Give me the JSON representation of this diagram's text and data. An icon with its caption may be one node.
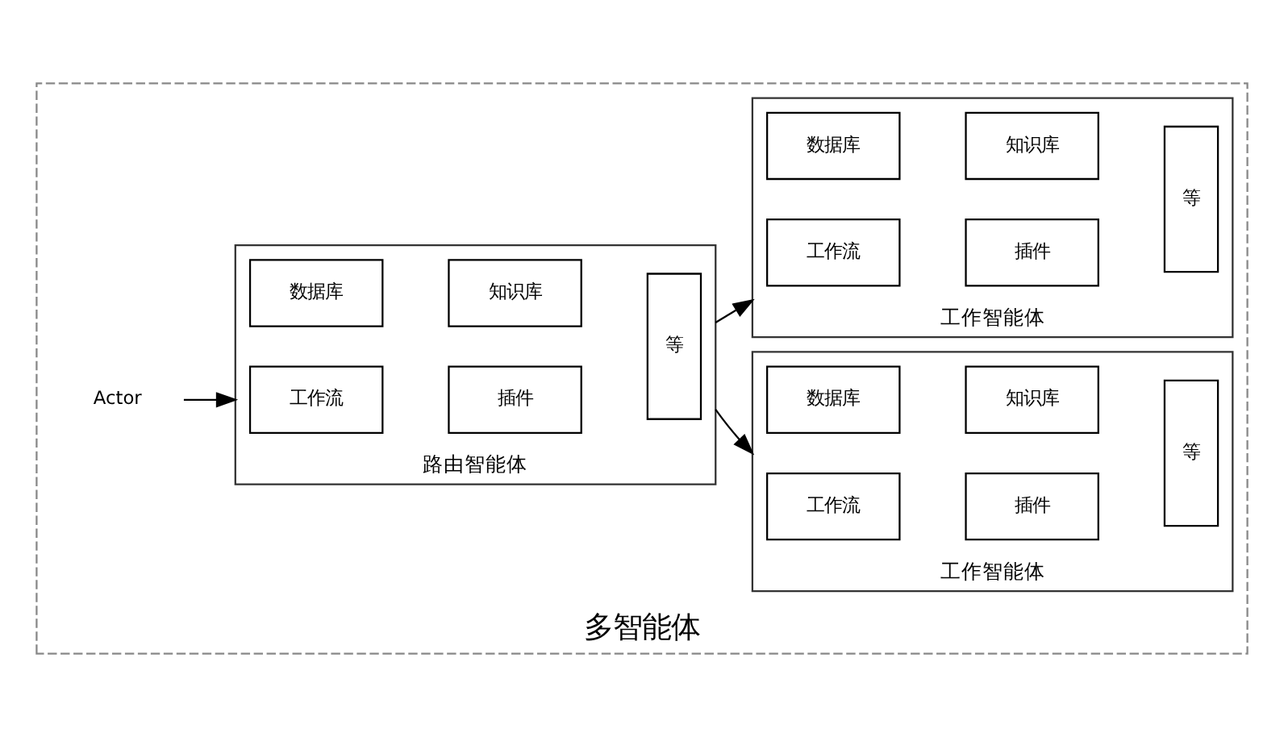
{
  "diagram": {
    "nodes": [
      {
        "text": [
          "多智能体"
        ]
      },
      {
        "text": [
          "Actor"
        ],
        "in": 0
      },
      {
        "text": [
          "路由智能体"
        ],
        "in": 0
      },
      {
        "text": [
          "工作流"
        ],
        "in": 2
      },
      {
        "text": [
          "插件"
        ],
        "in": 2
      },
      {
        "text": [
          "数据库"
        ],
        "in": 2
      },
      {
        "text": [
          "知识库"
        ],
        "in": 2
      },
      {
        "text": [
          "等"
        ],
        "in": 2
      },
      {
        "text": [
          "工作智能体"
        ],
        "in": 0
      },
      {
        "text": [
          "工作流"
        ],
        "in": 8
      },
      {
        "text": [
          "插件"
        ],
        "in": 8
      },
      {
        "text": [
          "数据库"
        ],
        "in": 8
      },
      {
        "text": [
          "知识库"
        ],
        "in": 8
      },
      {
        "text": [
          "等"
        ],
        "in": 8
      },
      {
        "text": [
          "工作智能体"
        ],
        "in": 0
      },
      {
        "text": [
          "工作流"
        ],
        "in": 14
      },
      {
        "text": [
          "插件"
        ],
        "in": 14
      },
      {
        "text": [
          "数据库"
        ],
        "in": 14
      },
      {
        "text": [
          "知识库"
        ],
        "in": 14
      },
      {
        "text": [
          "等"
        ],
        "in": 14
      }
    ],
    "edges": [
      {
        "from": 1,
        "to": 2,
        "arrow": "to"
      },
      {
        "from": 2,
        "to": 8,
        "arrow": "to"
      },
      {
        "from": 2,
        "to": 14,
        "arrow": "to"
      }
    ]
  }
}
